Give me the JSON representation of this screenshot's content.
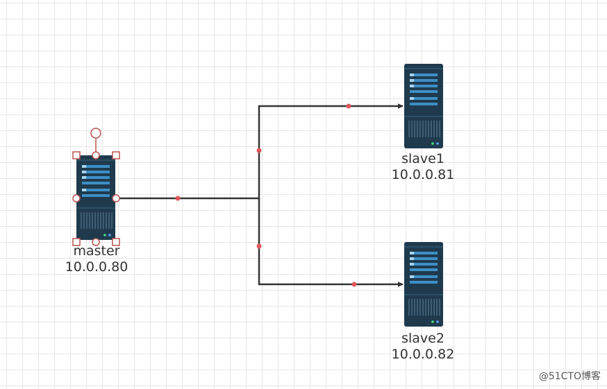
{
  "nodes": [
    {
      "id": "master",
      "name": "master",
      "ip": "10.0.0.80",
      "selected": true
    },
    {
      "id": "slave1",
      "name": "slave1",
      "ip": "10.0.0.81",
      "selected": false
    },
    {
      "id": "slave2",
      "name": "slave2",
      "ip": "10.0.0.82",
      "selected": false
    }
  ],
  "edges": [
    {
      "from": "master",
      "to": "slave1"
    },
    {
      "from": "master",
      "to": "slave2"
    }
  ],
  "colors": {
    "server_body": "#1f3a4d",
    "server_stripe": "#2e86c1",
    "edge": "#333333",
    "edge_waypoint": "#e0565b",
    "selection_handle": "#b85450"
  },
  "watermark": "@51CTO博客"
}
